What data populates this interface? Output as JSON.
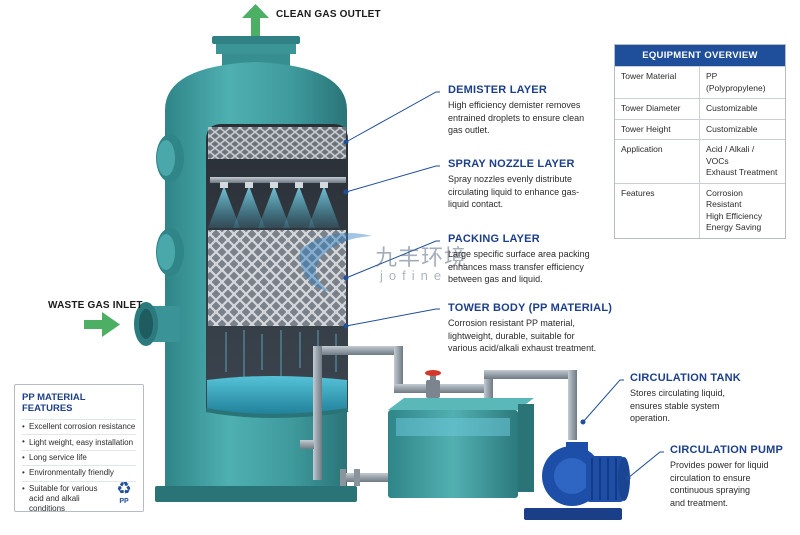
{
  "labels": {
    "clean_gas_outlet": "CLEAN GAS OUTLET",
    "waste_gas_inlet": "WASTE GAS INLET"
  },
  "callouts": [
    {
      "title": "DEMISTER LAYER",
      "desc": [
        "High efficiency demister removes",
        "entrained droplets to ensure clean",
        "gas outlet."
      ]
    },
    {
      "title": "SPRAY NOZZLE LAYER",
      "desc": [
        "Spray nozzles evenly distribute",
        "circulating liquid to enhance gas-",
        "liquid contact."
      ]
    },
    {
      "title": "PACKING LAYER",
      "desc": [
        "Large specific surface area packing",
        "enhances mass transfer efficiency",
        "between gas and liquid."
      ]
    },
    {
      "title": "TOWER BODY (PP MATERIAL)",
      "desc": [
        "Corrosion resistant PP material,",
        "lightweight, durable, suitable for",
        "various acid/alkali exhaust treatment."
      ]
    },
    {
      "title": "CIRCULATION TANK",
      "desc": [
        "Stores circulating liquid,",
        "ensures stable system",
        "operation."
      ]
    },
    {
      "title": "CIRCULATION PUMP",
      "desc": [
        "Provides power for liquid",
        "circulation to ensure",
        "continuous spraying",
        "and treatment."
      ]
    }
  ],
  "overview": {
    "title": "EQUIPMENT OVERVIEW",
    "rows": [
      {
        "key": "Tower Material",
        "value": [
          "PP (Polypropylene)"
        ]
      },
      {
        "key": "Tower Diameter",
        "value": [
          "Customizable"
        ]
      },
      {
        "key": "Tower Height",
        "value": [
          "Customizable"
        ]
      },
      {
        "key": "Application",
        "value": [
          "Acid / Alkali / VOCs",
          "Exhaust Treatment"
        ]
      },
      {
        "key": "Features",
        "value": [
          "Corrosion Resistant",
          "High Efficiency",
          "Energy Saving"
        ]
      }
    ]
  },
  "pp_features": {
    "title": "PP MATERIAL FEATURES",
    "items": [
      "Excellent corrosion resistance",
      "Light weight, easy installation",
      "Long service life",
      "Environmentally friendly",
      "Suitable for various acid and alkali conditions"
    ],
    "badge": "PP",
    "badge_icon": "recycle-icon"
  },
  "watermark": {
    "cn": "九丰环境",
    "en": "jofine"
  },
  "colors": {
    "tower": "#3e9a9c",
    "tower_dark": "#2c7a7d",
    "accent_blue": "#1d3f8a",
    "header_blue": "#1f4e9a",
    "arrow_green": "#4caf63",
    "pump_blue": "#1e4fa8",
    "pipe_gray": "#9aa4ad"
  }
}
